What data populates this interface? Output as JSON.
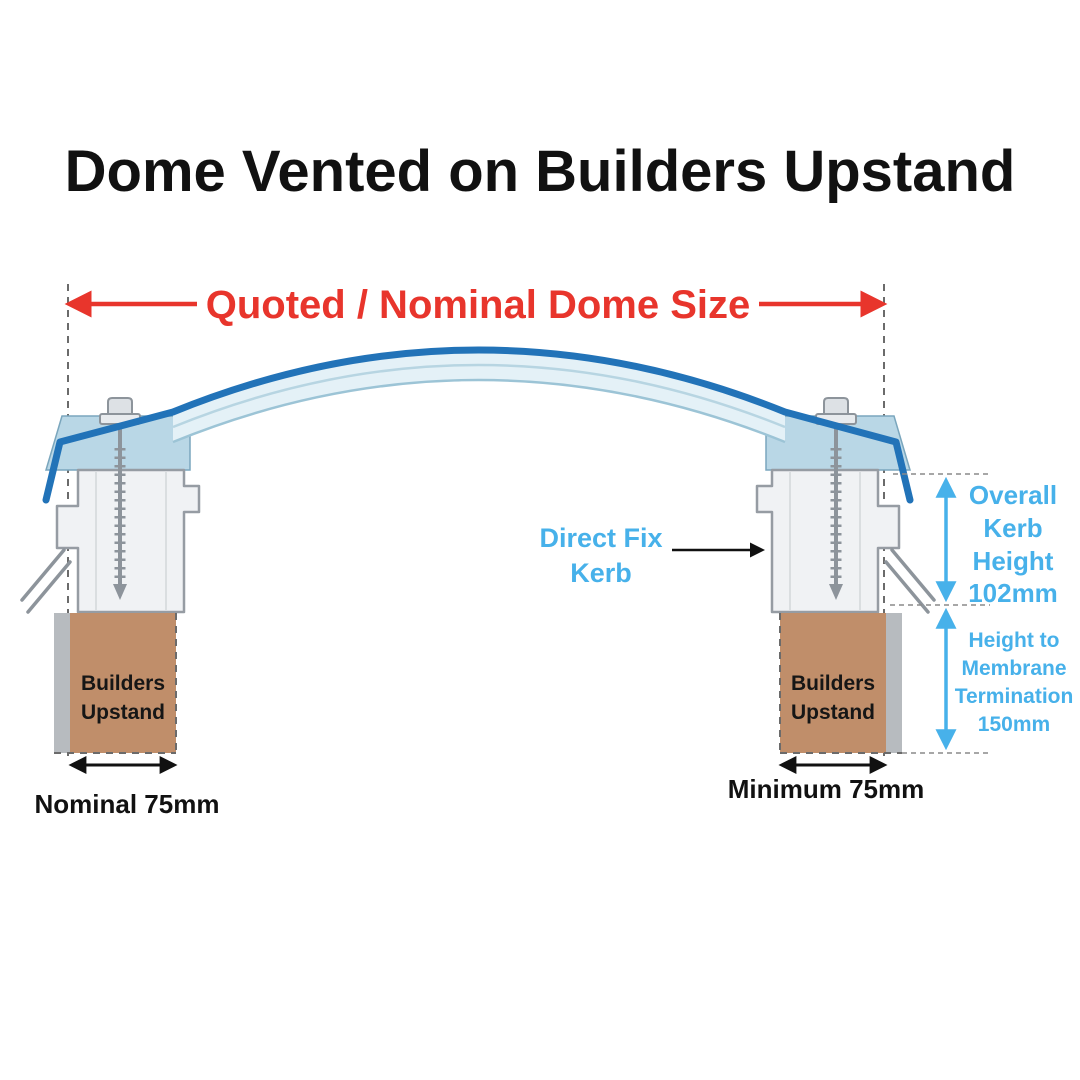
{
  "title": "Dome Vented on Builders Upstand",
  "dim_top": {
    "label": "Quoted / Nominal Dome Size"
  },
  "kerb_label": {
    "lines": [
      "Direct Fix",
      "Kerb"
    ]
  },
  "overall_kerb": {
    "lines": [
      "Overall",
      "Kerb",
      "Height",
      "102mm"
    ]
  },
  "membrane": {
    "lines": [
      "Height to",
      "Membrane",
      "Termination",
      "150mm"
    ]
  },
  "upstand_left": {
    "lines": [
      "Builders",
      "Upstand"
    ]
  },
  "upstand_right": {
    "lines": [
      "Builders",
      "Upstand"
    ]
  },
  "dim_bottom_left": {
    "label": "Nominal 75mm"
  },
  "dim_bottom_right": {
    "label": "Minimum 75mm"
  },
  "colors": {
    "dimension_red": "#e8352c",
    "accent_blue": "#47b1ea",
    "dome_blue": "#2273b8",
    "glazing_light_blue": "#e4f1f7",
    "flange_blue": "#b9d7e6",
    "upstand_brown": "#c08e6a",
    "membrane_grey": "#b7bbbf",
    "text_black": "#111111"
  }
}
